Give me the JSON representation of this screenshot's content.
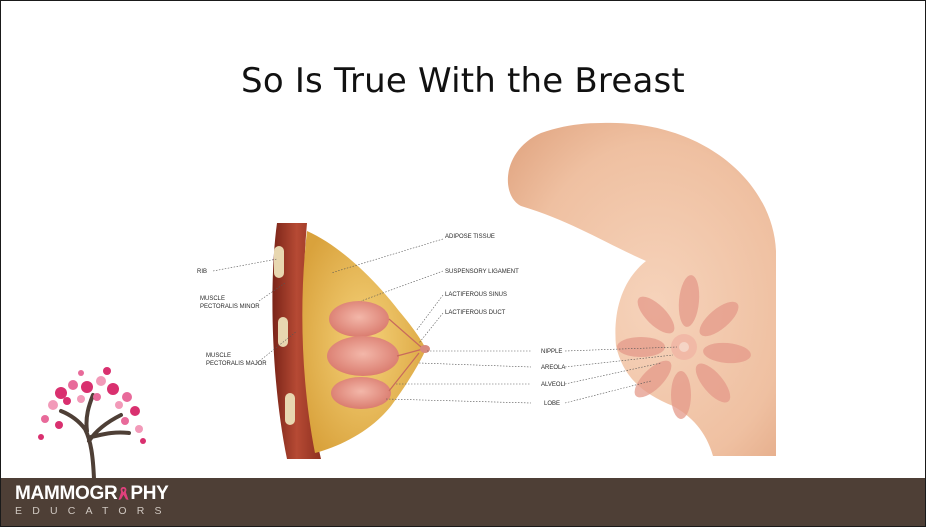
{
  "slide": {
    "title": "So Is True With the Breast"
  },
  "labels": {
    "rib": "RIB",
    "muscle_minor_1": "MUSCLE",
    "muscle_minor_2": "PECTORALIS MINOR",
    "muscle_major_1": "MUSCLE",
    "muscle_major_2": "PECTORALIS MAJOR",
    "adipose": "ADIPOSE TISSUE",
    "suspensory": "SUSPENSORY LIGAMENT",
    "sinus": "LACTIFEROUS SINUS",
    "duct": "LACTIFEROUS DUCT",
    "nipple": "NIPPLE",
    "areola": "AREOLA",
    "alveoli": "ALVEOLI",
    "lobe": "LOBE"
  },
  "footer": {
    "brand_part1": "MAMMOGR",
    "brand_part2": "PHY",
    "brand_sub": "EDUCATORS",
    "ribbon_icon": "pink-ribbon-icon",
    "tree_icon": "blossom-tree-icon"
  },
  "colors": {
    "footer_bg": "#4e3f36",
    "accent_pink": "#d9306f",
    "skin": "#f0c4a6"
  }
}
